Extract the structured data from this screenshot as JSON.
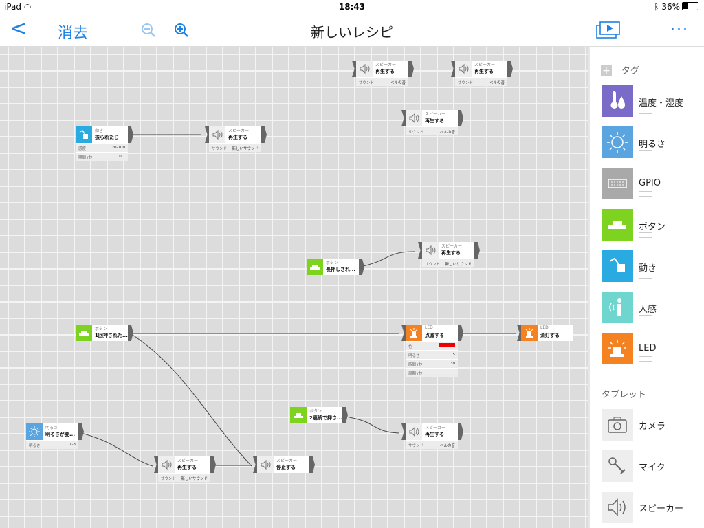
{
  "status_bar": {
    "device": "iPad",
    "time": "18:43",
    "battery": "36%"
  },
  "nav": {
    "back": "<",
    "delete": "消去",
    "title": "新しいレシピ",
    "more": "..."
  },
  "canvas": {
    "nodes": [
      {
        "id": "spk1",
        "category": "スピーカー",
        "action": "再生する",
        "props": [
          {
            "k": "サウンド",
            "v": "ベルの音"
          }
        ]
      },
      {
        "id": "spk2",
        "category": "スピーカー",
        "action": "再生する",
        "props": [
          {
            "k": "サウンド",
            "v": "ベルの音"
          }
        ]
      },
      {
        "id": "spk3",
        "category": "スピーカー",
        "action": "再生する",
        "props": [
          {
            "k": "サウンド",
            "v": "ベルの音"
          }
        ]
      },
      {
        "id": "mov1",
        "category": "動き",
        "action": "振られたら",
        "props": [
          {
            "k": "感度",
            "v": "20-100"
          },
          {
            "k": "期間 (秒)",
            "v": "0.1"
          }
        ]
      },
      {
        "id": "spk4",
        "category": "スピーカー",
        "action": "再生する",
        "props": [
          {
            "k": "サウンド",
            "v": "新しいサウンド"
          }
        ]
      },
      {
        "id": "btn1",
        "category": "ボタン",
        "action": "長押しされ...",
        "props": []
      },
      {
        "id": "spk5",
        "category": "スピーカー",
        "action": "再生する",
        "props": [
          {
            "k": "サウンド",
            "v": "新しいサウンド"
          }
        ]
      },
      {
        "id": "btn2",
        "category": "ボタン",
        "action": "1回押された...",
        "props": []
      },
      {
        "id": "led1",
        "category": "LED",
        "action": "点滅する",
        "props": [
          {
            "k": "色",
            "v": ""
          },
          {
            "k": "明るさ",
            "v": "5"
          },
          {
            "k": "時間 (秒)",
            "v": "30"
          },
          {
            "k": "周期 (秒)",
            "v": "1"
          }
        ]
      },
      {
        "id": "led2",
        "category": "LED",
        "action": "消灯する",
        "props": []
      },
      {
        "id": "btn3",
        "category": "ボタン",
        "action": "2連続で押さ...",
        "props": []
      },
      {
        "id": "spk6",
        "category": "スピーカー",
        "action": "再生する",
        "props": [
          {
            "k": "サウンド",
            "v": "ベルの音"
          }
        ]
      },
      {
        "id": "lux1",
        "category": "明るさ",
        "action": "明るさが変...",
        "props": [
          {
            "k": "明るさ",
            "v": "1-3"
          }
        ]
      },
      {
        "id": "spk7",
        "category": "スピーカー",
        "action": "再生する",
        "props": [
          {
            "k": "サウンド",
            "v": "新しいサウンド"
          }
        ]
      },
      {
        "id": "spk8",
        "category": "スピーカー",
        "action": "停止する",
        "props": []
      }
    ]
  },
  "sidebar": {
    "tag_header": "タグ",
    "tags": [
      {
        "label": "温度・湿度",
        "color": "#7b6bc8",
        "icon": "thermometer-icon"
      },
      {
        "label": "明るさ",
        "color": "#5aa4e0",
        "icon": "sun-icon"
      },
      {
        "label": "GPIO",
        "color": "#a9a9a9",
        "icon": "gpio-icon"
      },
      {
        "label": "ボタン",
        "color": "#7ed321",
        "icon": "button-icon"
      },
      {
        "label": "動き",
        "color": "#29abe2",
        "icon": "motion-icon"
      },
      {
        "label": "人感",
        "color": "#6ed6cf",
        "icon": "person-icon"
      },
      {
        "label": "LED",
        "color": "#f58220",
        "icon": "led-icon"
      }
    ],
    "tablet_header": "タブレット",
    "tablet": [
      {
        "label": "カメラ",
        "icon": "camera-icon"
      },
      {
        "label": "マイク",
        "icon": "mic-icon"
      },
      {
        "label": "スピーカー",
        "icon": "speaker-icon"
      }
    ]
  },
  "colors": {
    "accent": "#1a82e6",
    "speaker": "#eeeeee",
    "motion": "#29abe2",
    "button": "#7ed321",
    "led": "#f58220",
    "brightness": "#5aa4e0",
    "led_color_swatch": "#e00000"
  }
}
